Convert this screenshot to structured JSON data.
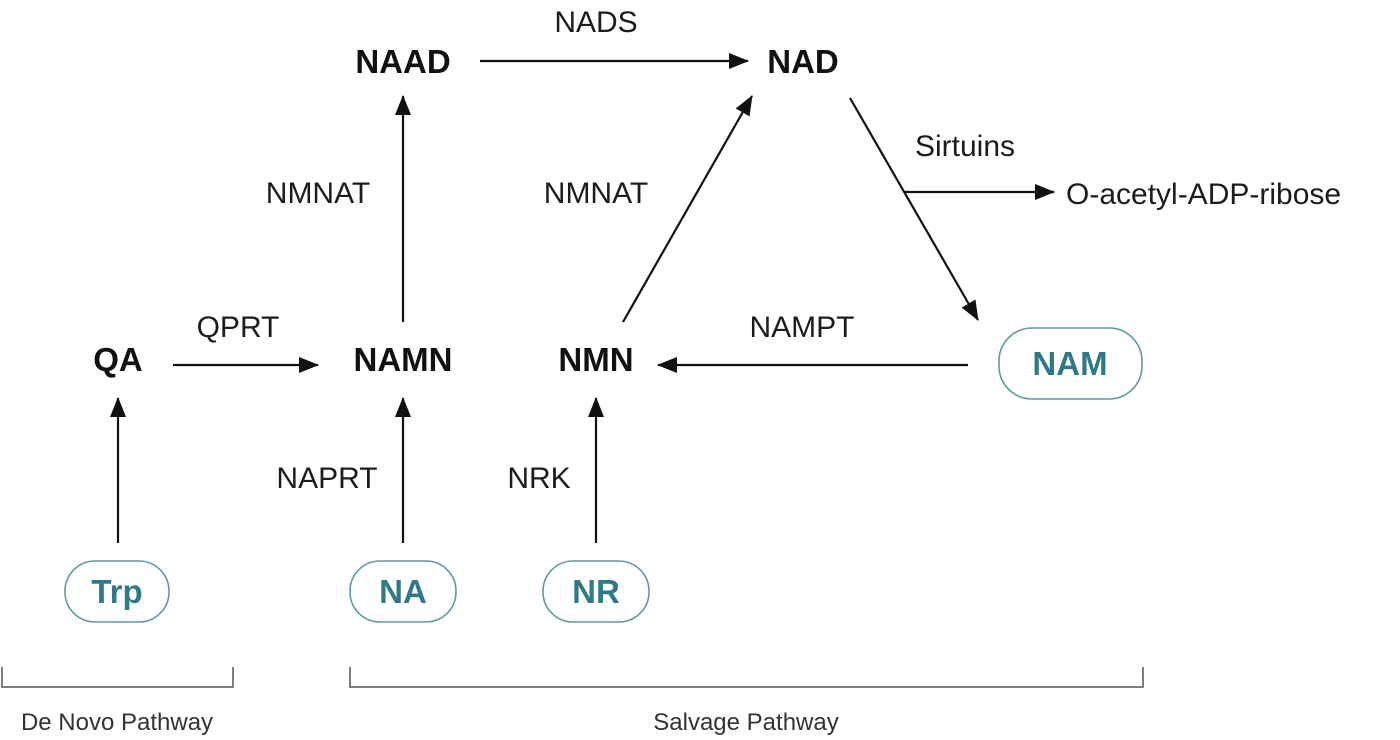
{
  "colors": {
    "accent": "#2f7a86",
    "pill_border": "#5e9aa2",
    "text": "#111111"
  },
  "metabolites": {
    "naad": "NAAD",
    "nad": "NAD",
    "qa": "QA",
    "namn": "NAMN",
    "nmn": "NMN"
  },
  "precursors": {
    "trp": "Trp",
    "na": "NA",
    "nr": "NR",
    "nam": "NAM"
  },
  "enzymes": {
    "nads": "NADS",
    "nmnat_left": "NMNAT",
    "nmnat_right": "NMNAT",
    "sirtuins": "Sirtuins",
    "qprt": "QPRT",
    "nampt": "NAMPT",
    "naprt": "NAPRT",
    "nrk": "NRK"
  },
  "products": {
    "o_acetyl_adp_ribose": "O-acetyl-ADP-ribose"
  },
  "pathways": {
    "de_novo": "De Novo Pathway",
    "salvage": "Salvage Pathway"
  }
}
